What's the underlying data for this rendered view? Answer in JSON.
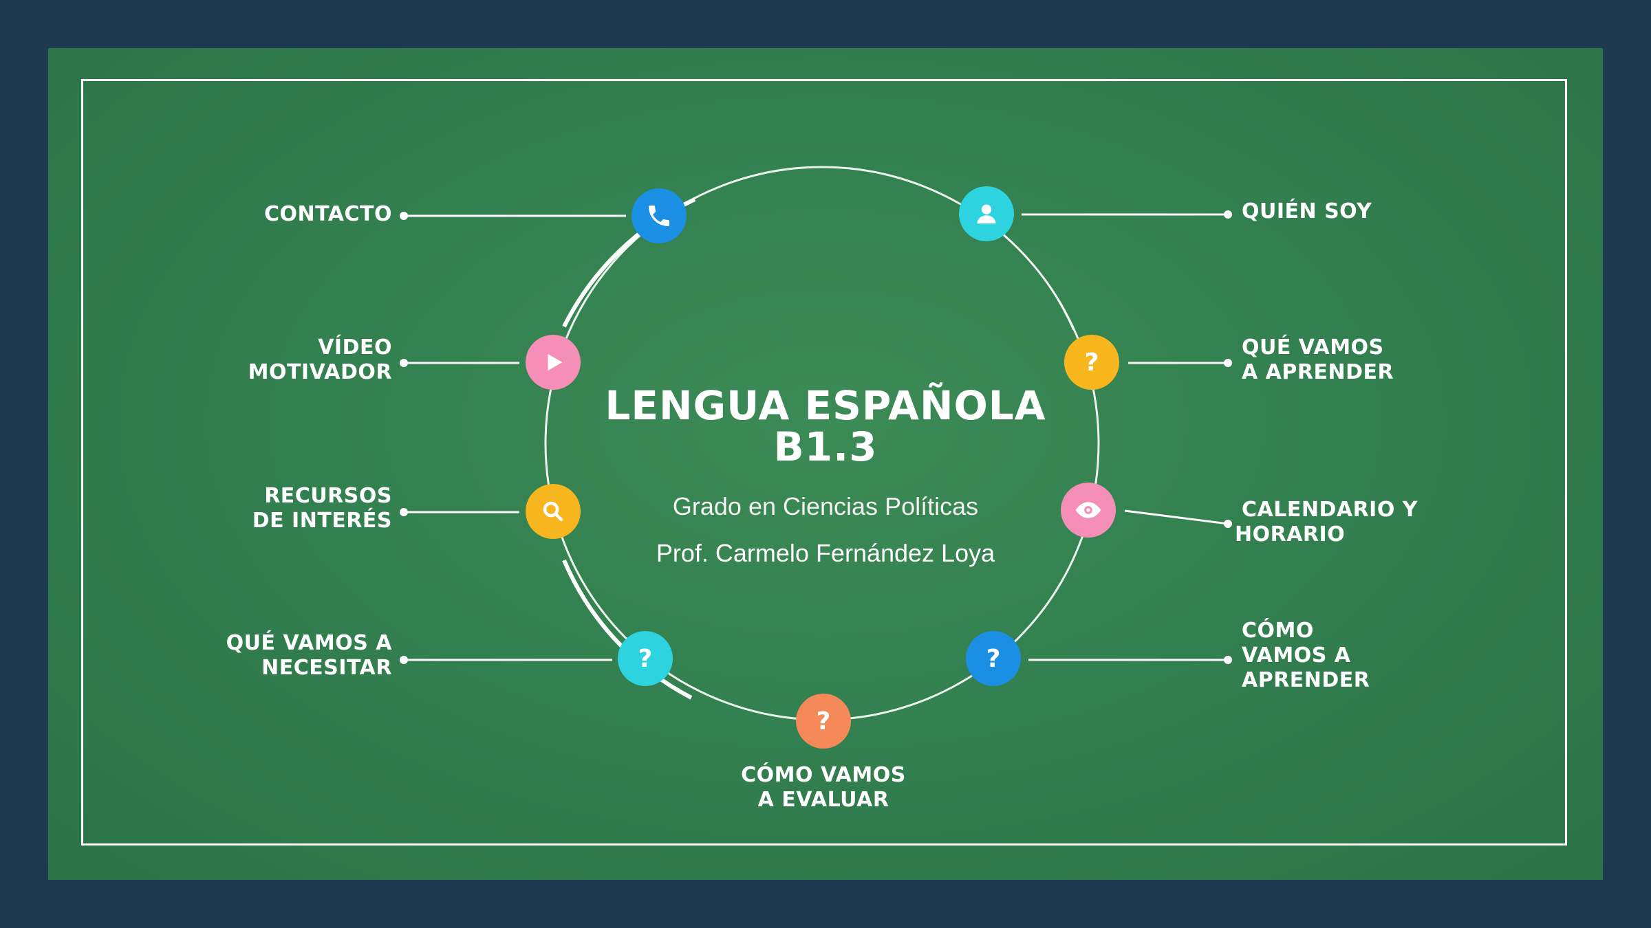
{
  "title_line1": "LENGUA ESPAÑOLA",
  "title_line2": "B1.3",
  "subtitle": "Grado en Ciencias Políticas",
  "professor": "Prof. Carmelo Fernández Loya",
  "colors": {
    "background": "#1e3a53",
    "board": "#338050",
    "blue": "#1a8fe3",
    "cyan": "#2ed3e0",
    "pink": "#f58fb8",
    "yellow": "#f7b51e",
    "orange": "#f5895a"
  },
  "nodes": {
    "contacto": {
      "line1": "CONTACTO",
      "icon": "phone-icon"
    },
    "quien_soy": {
      "line1": "QUIÉN SOY",
      "icon": "user-icon"
    },
    "video": {
      "line1": "VÍDEO",
      "line2": "MOTIVADOR",
      "icon": "play-icon"
    },
    "que_aprender": {
      "line1": "QUÉ VAMOS",
      "line2": "A APRENDER",
      "icon": "question-icon",
      "glyph": "?"
    },
    "recursos": {
      "line1": "RECURSOS",
      "line2": "DE INTERÉS",
      "icon": "search-icon"
    },
    "calendario": {
      "line1": "CALENDARIO Y",
      "line2": "HORARIO",
      "icon": "eye-icon"
    },
    "necesitar": {
      "line1": "QUÉ VAMOS A",
      "line2": "NECESITAR",
      "icon": "question-icon",
      "glyph": "?"
    },
    "como_aprender": {
      "line1": "CÓMO",
      "line2": "VAMOS A",
      "line3": "APRENDER",
      "icon": "question-icon",
      "glyph": "?"
    },
    "evaluar": {
      "line1": "CÓMO VAMOS",
      "line2": "A EVALUAR",
      "icon": "question-icon",
      "glyph": "?"
    }
  }
}
